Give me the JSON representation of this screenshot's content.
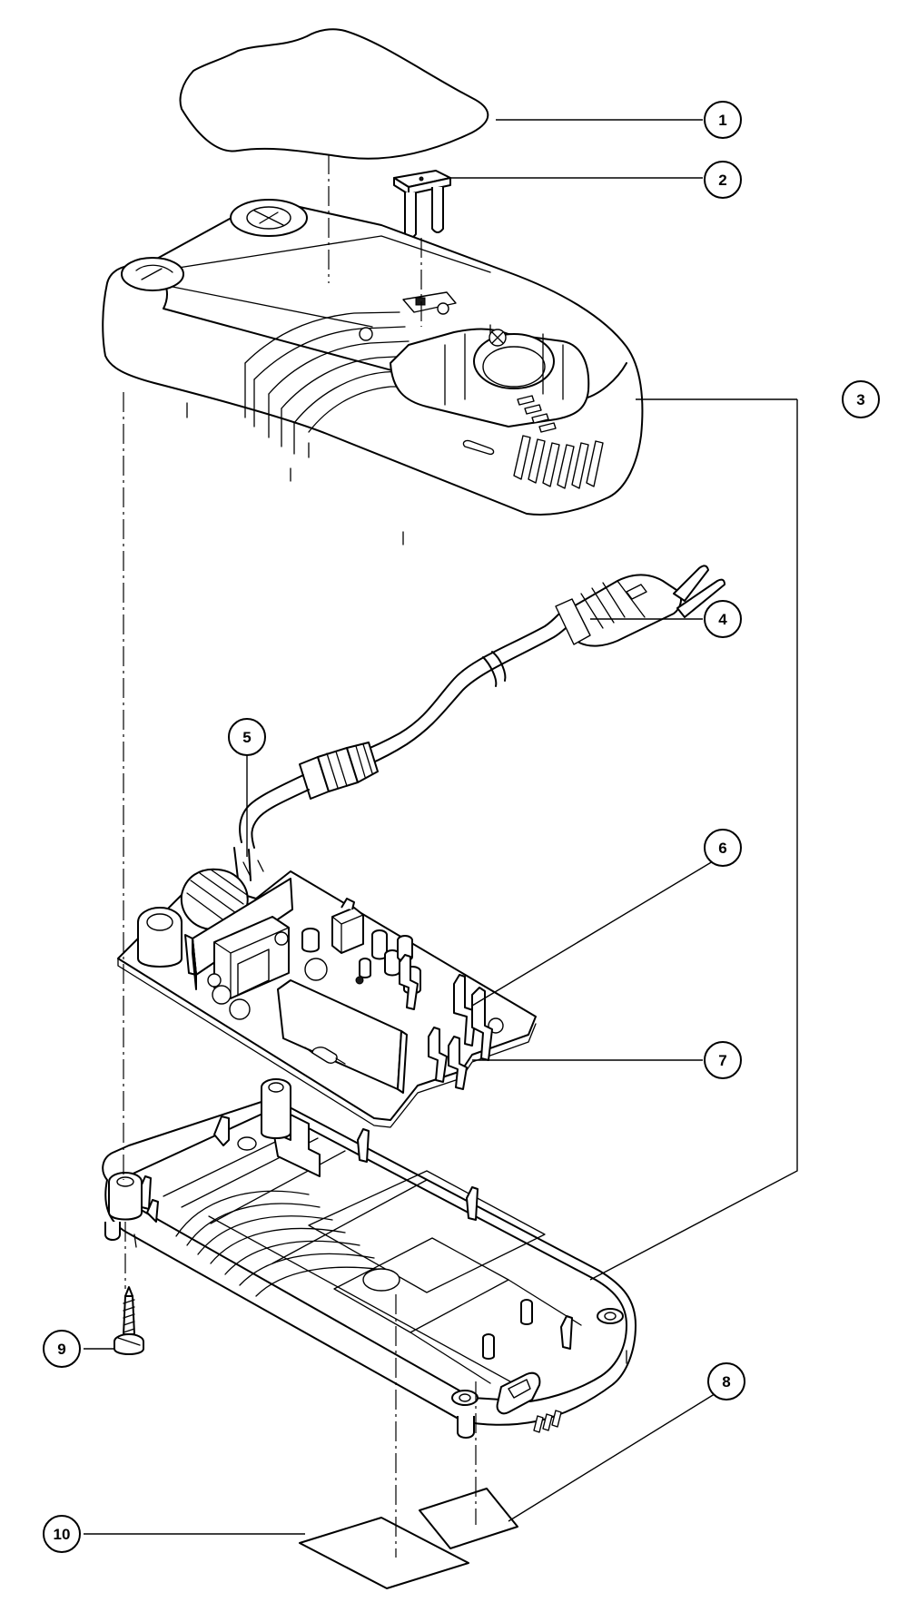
{
  "diagram": {
    "type": "exploded-parts-view",
    "parts": [
      {
        "no": "1",
        "part": "label"
      },
      {
        "no": "2",
        "part": "terminal"
      },
      {
        "no": "3",
        "part": "housing"
      },
      {
        "no": "4",
        "part": "cord"
      },
      {
        "no": "5",
        "part": "wire-lead"
      },
      {
        "no": "6",
        "part": "terminal-clip"
      },
      {
        "no": "7",
        "part": "pcb"
      },
      {
        "no": "8",
        "part": "label-small"
      },
      {
        "no": "9",
        "part": "screw"
      },
      {
        "no": "10",
        "part": "label-large"
      }
    ]
  }
}
